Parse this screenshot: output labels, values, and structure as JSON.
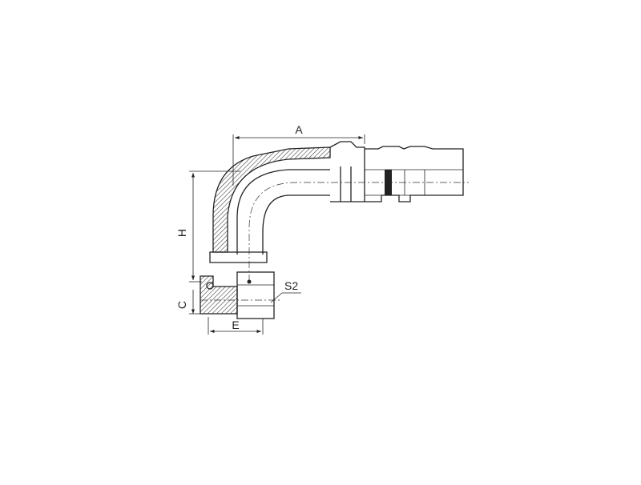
{
  "labels": {
    "a": "A",
    "h": "H",
    "c": "C",
    "e": "E",
    "s2": "S2"
  },
  "colors": {
    "line": "#222222",
    "hatch": "#444444",
    "background": "#ffffff"
  }
}
